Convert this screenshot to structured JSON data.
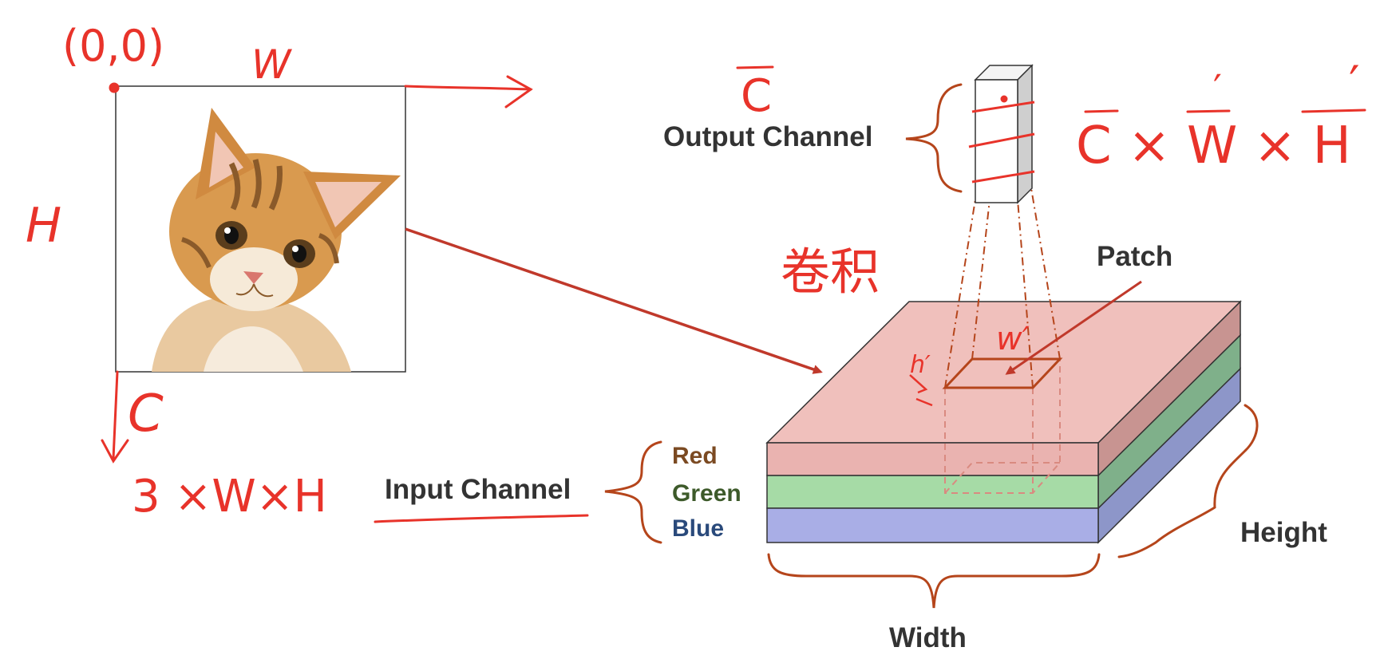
{
  "image": {
    "description_icon": "kitten-photo"
  },
  "labels": {
    "output_channel": "Output Channel",
    "patch": "Patch",
    "input_channel": "Input Channel",
    "red": "Red",
    "green": "Green",
    "blue": "Blue",
    "height": "Height",
    "width": "Width"
  },
  "annotations": {
    "origin": "(0,0)",
    "w": "W",
    "h": "H",
    "c": "C",
    "c_bar": "C",
    "input_shape": "3 ×W×H",
    "output_shape": "C × W × H",
    "prime_w": "′",
    "prime_h": "′",
    "conv": "卷积",
    "patch_w": "w′",
    "patch_h": "h′"
  },
  "colors": {
    "annotation": "#e8332a",
    "arrow": "#c0392b",
    "brace": "#b5451b",
    "red_label": "#7b4a22",
    "green_label": "#3d5a2a",
    "blue_label": "#2a4a7b",
    "layer_red_top": "#f0c0bc",
    "layer_red_front": "#eab3b0",
    "layer_red_side": "#c89491",
    "layer_green_front": "#a6dba6",
    "layer_green_side": "#7fb08a",
    "layer_blue_front": "#a9aee6",
    "layer_blue_side": "#8d96c9",
    "text_dark": "#333333"
  }
}
